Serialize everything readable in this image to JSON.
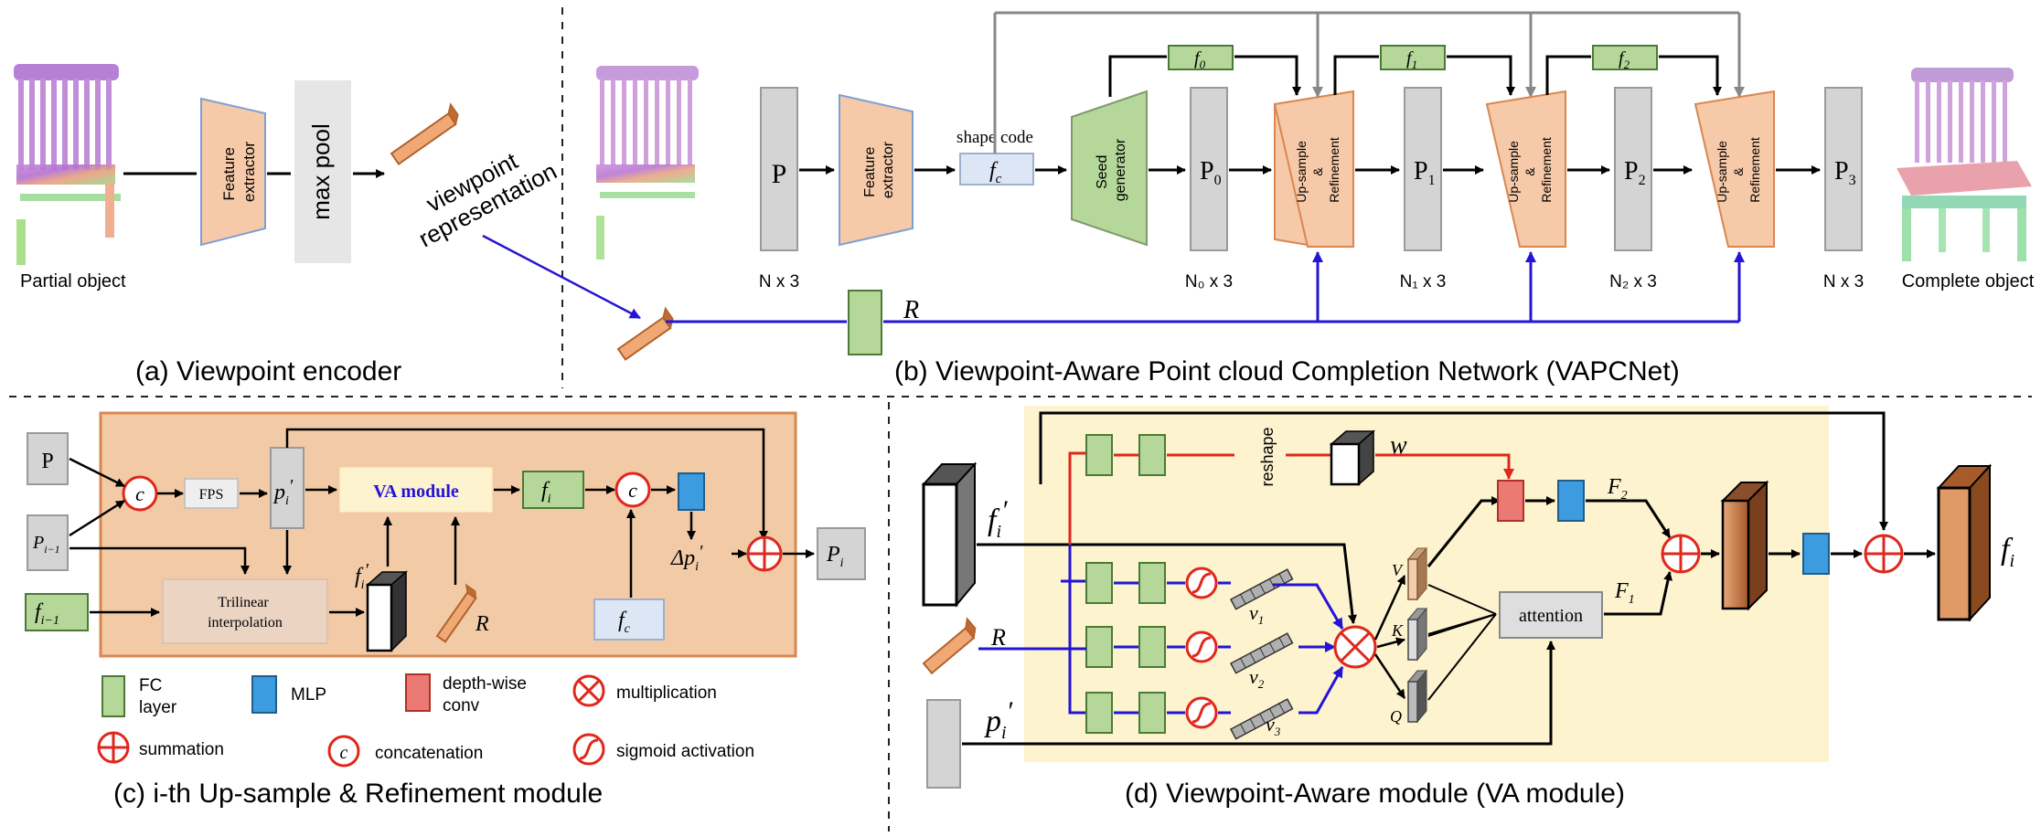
{
  "panel_a": {
    "caption": "(a) Viewpoint encoder",
    "partial_object": "Partial object",
    "feature_extractor": [
      "Feature",
      "extractor"
    ],
    "max_pool": "max pool",
    "viewpoint_representation": [
      "viewpoint",
      "representation"
    ]
  },
  "panel_b": {
    "caption": "(b) Viewpoint-Aware Point cloud Completion Network (VAPCNet)",
    "P": "P",
    "feature_extractor": [
      "Feature",
      "extractor"
    ],
    "shape_code": "shape code",
    "fc": "f",
    "fc_sub": "c",
    "seed_generator": [
      "Seed",
      "generator"
    ],
    "P0": "P",
    "P0_sub": "0",
    "P1": "P",
    "P1_sub": "1",
    "P2": "P",
    "P2_sub": "2",
    "P3": "P",
    "P3_sub": "3",
    "upsample": [
      "Up-sample",
      "&",
      "Refinement"
    ],
    "f0": "f",
    "f0_sub": "0",
    "f1": "f",
    "f1_sub": "1",
    "f2": "f",
    "f2_sub": "2",
    "R": "R",
    "n3": "N x 3",
    "n0_3": "N₀ x 3",
    "n1_3": "N₁ x 3",
    "n2_3": "N₂ x 3",
    "n3_end": "N x 3",
    "complete_object": "Complete object"
  },
  "panel_c": {
    "caption": "(c) i-th Up-sample & Refinement module",
    "P": "P",
    "P_prev": "P",
    "P_prev_sub": "i−1",
    "f_prev": "f",
    "f_prev_sub": "i−1",
    "concat": "c",
    "fps": "FPS",
    "p_i": "p",
    "p_i_sub": "i",
    "prime": "′",
    "va_module": "VA module",
    "f_i": "f",
    "f_i_sub": "i",
    "trilinear": [
      "Trilinear",
      "interpolation"
    ],
    "f_i_prime": "f",
    "R": "R",
    "f_c": "f",
    "f_c_sub": "c",
    "delta_p": "Δp",
    "P_i": "P",
    "P_i_sub": "i"
  },
  "legend": {
    "fc_layer": [
      "FC",
      "layer"
    ],
    "mlp": "MLP",
    "depthwise": [
      "depth-wise",
      "conv"
    ],
    "multiplication": "multiplication",
    "summation": "summation",
    "concatenation": "concatenation",
    "sigmoid": "sigmoid activation",
    "concat_symbol": "c"
  },
  "panel_d": {
    "caption": "(d) Viewpoint-Aware module (VA module)",
    "f_i_prime": "f",
    "f_i_sub": "i",
    "R": "R",
    "p_i_prime": "p",
    "reshape": "reshape",
    "w": "w",
    "v1": "v",
    "v1_sub": "1",
    "v2": "v",
    "v2_sub": "2",
    "v3": "v",
    "v3_sub": "3",
    "V": "V",
    "K": "K",
    "Q": "Q",
    "attention": "attention",
    "F1": "F",
    "F1_sub": "1",
    "F2": "F",
    "F2_sub": "2",
    "f_i_out": "f",
    "f_i_out_sub": "i",
    "prime": "′"
  },
  "colors": {
    "orange_fill": "#f6c9a8",
    "orange_stroke": "#d9874f",
    "green_fill": "#b5d89a",
    "green_stroke": "#4a7a36",
    "gray_fill": "#d4d4d4",
    "gray_stroke": "#8c8c8c",
    "blue_fill": "#3d9be0",
    "red_stroke": "#e0271c",
    "blue_arrow": "#2414d4",
    "panel_c_bg": "#f3caa6",
    "panel_d_bg": "#fdf3cf",
    "fc_fill": "#dde6f4"
  }
}
